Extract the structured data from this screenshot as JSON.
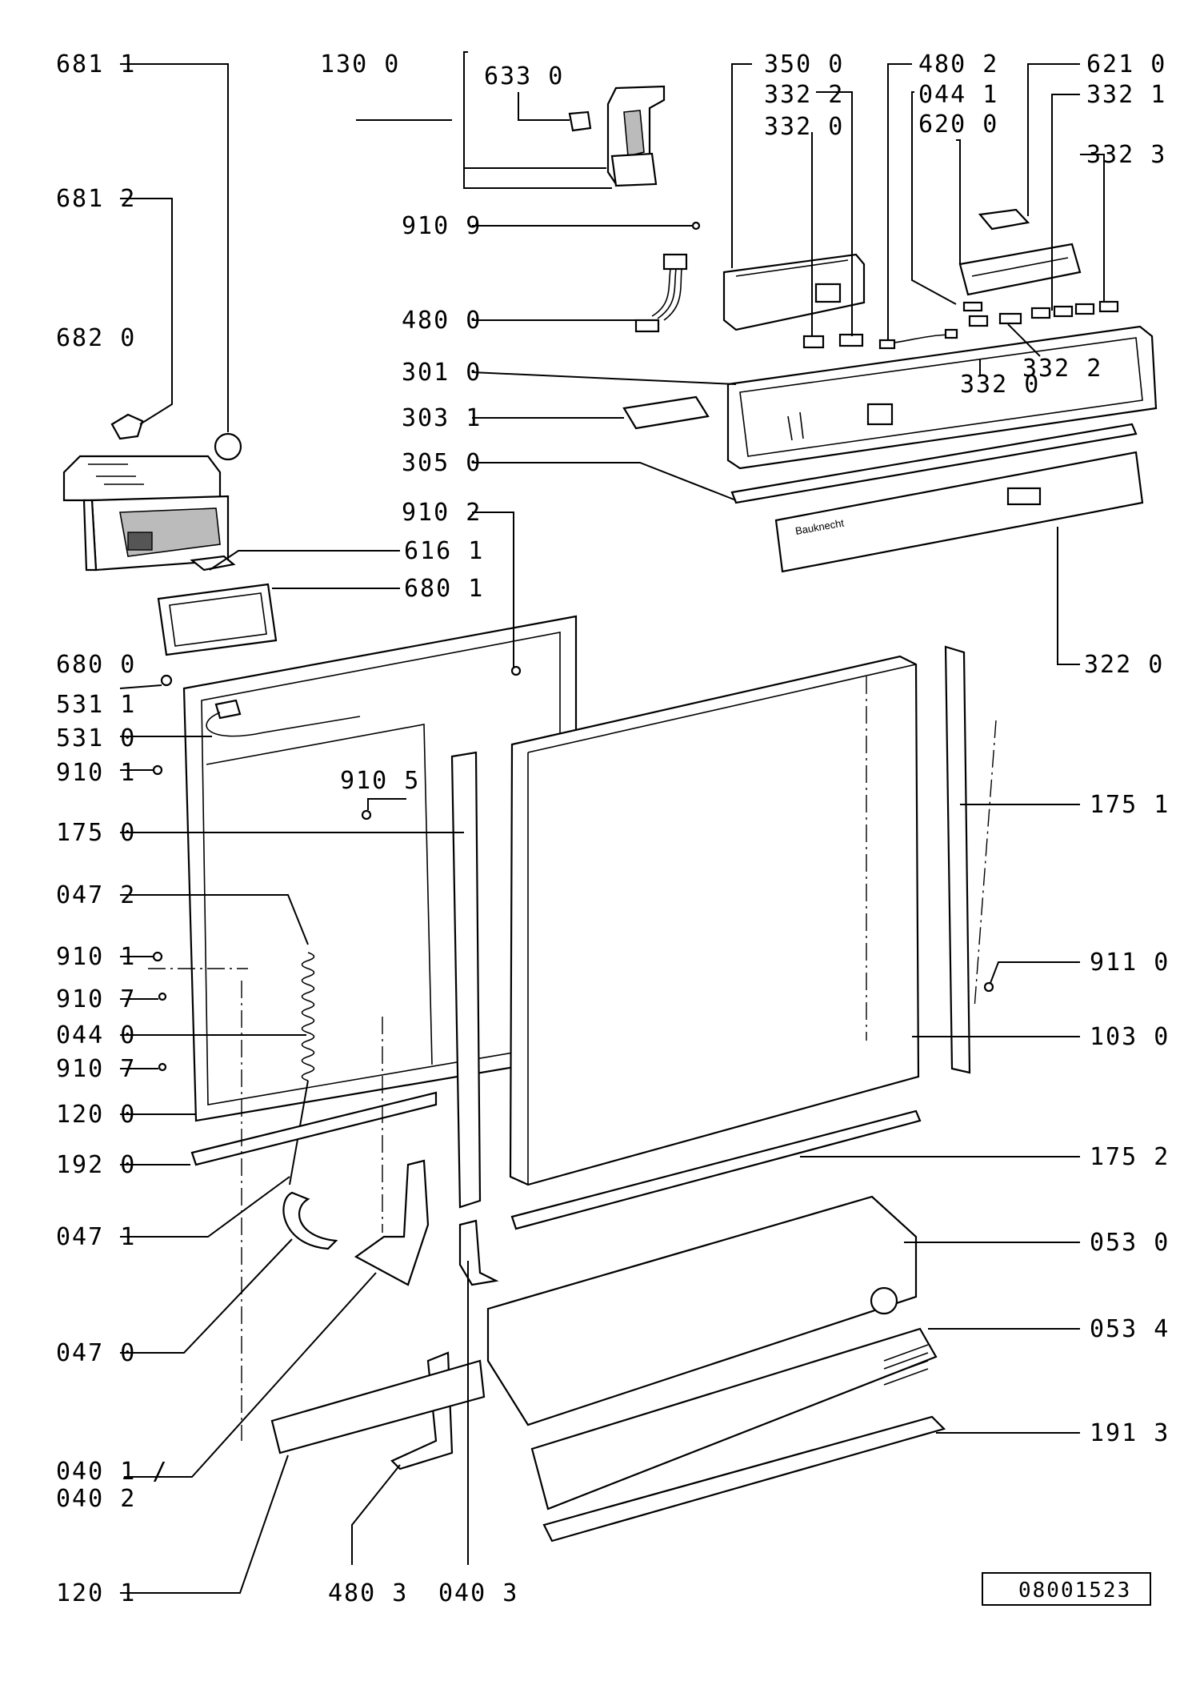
{
  "labels": {
    "l681_1": "681 1",
    "l681_2": "681 2",
    "l682_0": "682 0",
    "l680_0": "680 0",
    "l130_0": "130 0",
    "l633_0": "633 0",
    "l910_9": "910 9",
    "l480_0": "480 0",
    "l301_0": "301 0",
    "l303_1": "303 1",
    "l305_0": "305 0",
    "l910_2": "910 2",
    "l616_1": "616 1",
    "l680_1": "680 1",
    "l531_1": "531 1",
    "l531_0": "531 0",
    "l910_1a": "910 1",
    "l910_5": "910 5",
    "l175_0": "175 0",
    "l047_2": "047 2",
    "l910_1b": "910 1",
    "l910_7a": "910 7",
    "l044_0": "044 0",
    "l910_7b": "910 7",
    "l120_0": "120 0",
    "l192_0": "192 0",
    "l047_1": "047 1",
    "l047_0": "047 0",
    "l040_1": "040 1 /",
    "l040_2": "040 2",
    "l120_1": "120 1",
    "l480_3": "480 3",
    "l040_3": "040 3",
    "l350_0": "350 0",
    "l332_2a": "332 2",
    "l332_0a": "332 0",
    "l480_2": "480 2",
    "l044_1": "044 1",
    "l620_0": "620 0",
    "l621_0": "621 0",
    "l332_1": "332 1",
    "l332_3": "332 3",
    "l332_0b": "332 0",
    "l332_2b": "332 2",
    "l322_0": "322 0",
    "l175_1": "175 1",
    "l911_0": "911 0",
    "l103_0": "103 0",
    "l175_2": "175 2",
    "l053_0": "053 0",
    "l053_4": "053 4",
    "l191_3": "191 3"
  },
  "panel_brand": "Bauknecht",
  "drawing_number": "08001523"
}
